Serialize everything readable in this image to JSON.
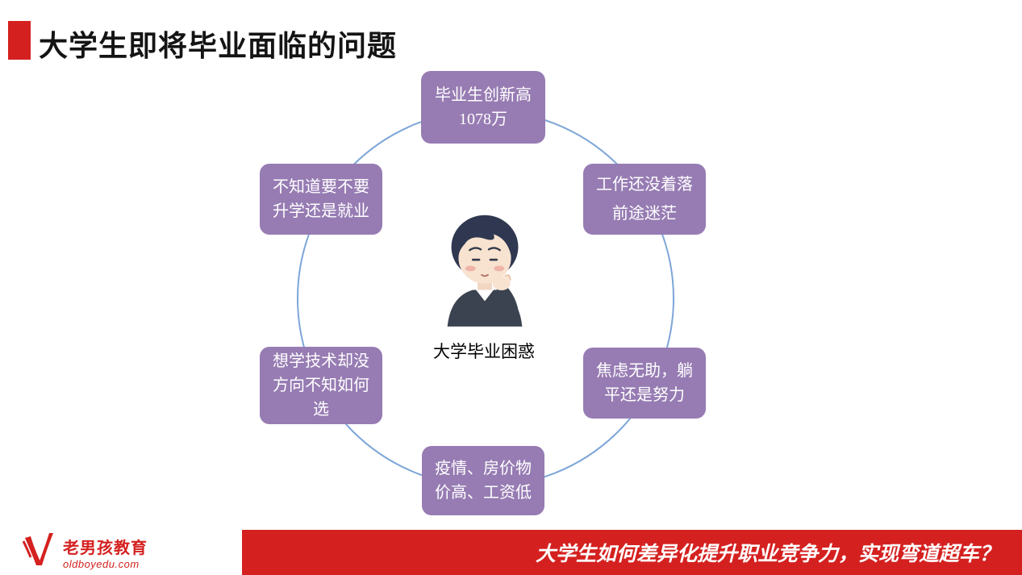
{
  "slide": {
    "title": "大学生即将毕业面临的问题",
    "diagram": {
      "center_label": "大学毕业困惑",
      "center_illustration": "thinking-person",
      "nodes": [
        {
          "position": "top",
          "text": "毕业生创新高\n1078万"
        },
        {
          "position": "top-right",
          "text": "工作还没着落\n前途迷茫"
        },
        {
          "position": "bottom-right",
          "text": "焦虑无助，躺\n平还是努力"
        },
        {
          "position": "bottom",
          "text": "疫情、房价物\n价高、工资低"
        },
        {
          "position": "bottom-left",
          "text": "想学技术却没\n方向不知如何\n选"
        },
        {
          "position": "top-left",
          "text": "不知道要不要\n升学还是就业"
        }
      ]
    },
    "footer": {
      "banner_text": "大学生如何差异化提升职业竞争力，实现弯道超车？",
      "logo": {
        "mark": "v-check-logo",
        "name": "老男孩教育",
        "domain": "oldboyedu.com"
      }
    },
    "colors": {
      "accent_red": "#d42120",
      "node_purple": "#977cb3",
      "circle_blue": "#7ea6d8",
      "text_white": "#ffffff",
      "title_black": "#141414"
    }
  }
}
